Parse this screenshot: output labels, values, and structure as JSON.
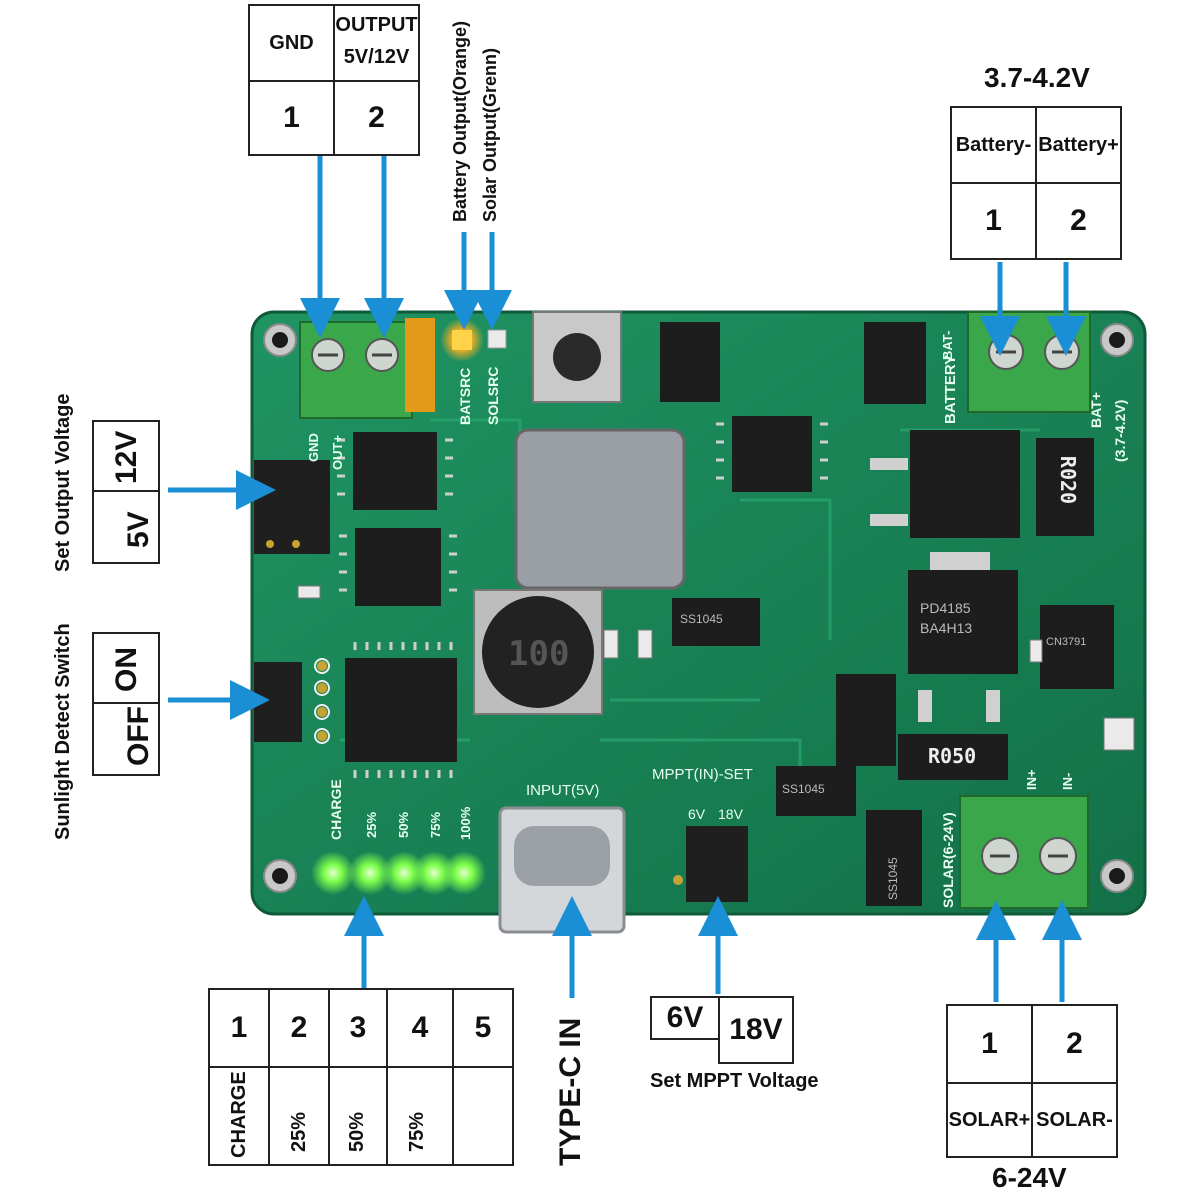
{
  "output_block": {
    "col1_header": "GND",
    "col2_header_line1": "OUTPUT",
    "col2_header_line2": "5V/12V",
    "pins": [
      "1",
      "2"
    ]
  },
  "led_labels": {
    "battery_output": "Battery Output(Orange)",
    "solar_output": "Solar Output(Grenn)"
  },
  "battery_block": {
    "title": "3.7-4.2V",
    "headers": [
      "Battery-",
      "Battery+"
    ],
    "pins": [
      "1",
      "2"
    ]
  },
  "output_voltage": {
    "label": "Set Output Voltage",
    "options": [
      "12V",
      "5V"
    ]
  },
  "sunlight_switch": {
    "label": "Sunlight Detect Switch",
    "options": [
      "ON",
      "OFF"
    ]
  },
  "charge_block": {
    "pins": [
      "1",
      "2",
      "3",
      "4",
      "5"
    ],
    "labels": [
      "CHARGE",
      "25%",
      "50%",
      "75%",
      ""
    ]
  },
  "typec": {
    "label": "TYPE-C IN"
  },
  "mppt": {
    "options": [
      "6V",
      "18V"
    ],
    "label": "Set MPPT Voltage"
  },
  "solar_block": {
    "pins": [
      "1",
      "2"
    ],
    "headers": [
      "SOLAR+",
      "SOLAR-"
    ],
    "title": "6-24V"
  },
  "board": {
    "silk_gnd": "GND",
    "silk_out": "OUT+",
    "silk_batsrc": "BATSRC",
    "silk_solsrc": "SOLSRC",
    "silk_bat_minus": "BAT-",
    "silk_battery": "BATTERY",
    "silk_bat_plus": "BAT+",
    "silk_bat_range": "(3.7-4.2V)",
    "silk_r020": "R020",
    "silk_r050": "R050",
    "silk_inductor": "100",
    "silk_input": "INPUT(5V)",
    "silk_mppt_set": "MPPT(IN)-SET",
    "silk_6v": "6V",
    "silk_18v": "18V",
    "silk_charge": "CHARGE",
    "silk_25": "25%",
    "silk_50": "50%",
    "silk_75": "75%",
    "silk_100": "100%",
    "silk_solar_in": "SOLAR(6-24V)",
    "silk_in_plus": "IN+",
    "silk_in_minus": "IN-",
    "chip_pd": "PD4185",
    "chip_ba": "BA4H13",
    "chip_ss1": "SS1045",
    "chip_ss2": "SS1045",
    "chip_ss3": "SS1045",
    "chip_cn": "CN3791"
  },
  "colors": {
    "pcb": "#1c8a5a",
    "pcb_dark": "#146a45",
    "arrow": "#1a8fd6",
    "terminal": "#3aa84a",
    "led_green": "#7dff4a",
    "led_orange": "#ffb020"
  }
}
